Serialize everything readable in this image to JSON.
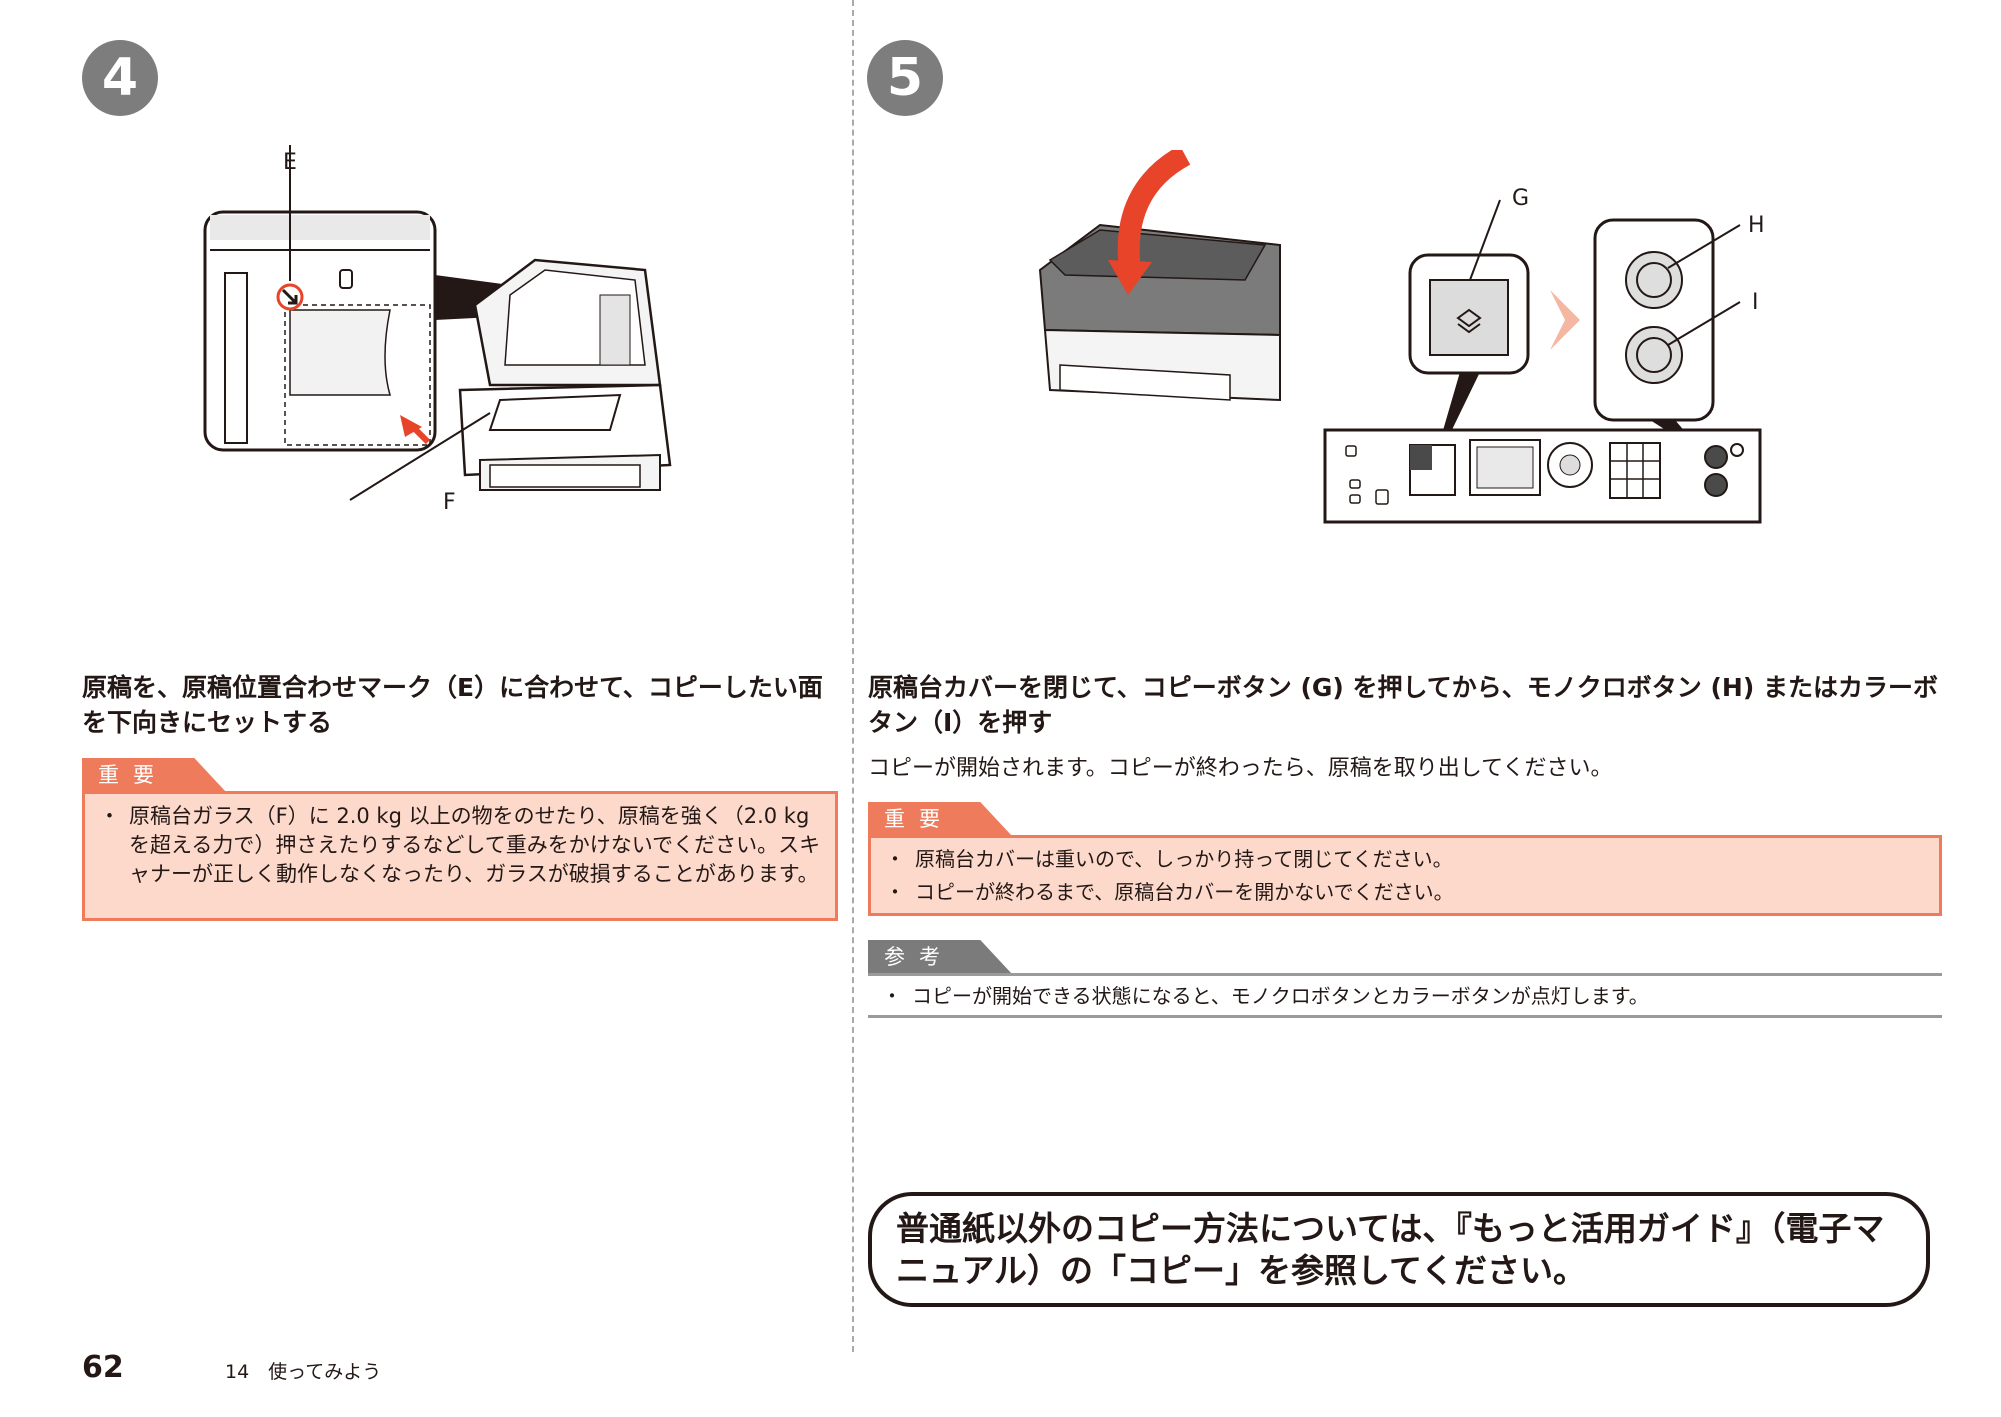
{
  "step4": {
    "number": "4",
    "labels": {
      "e": "E",
      "f": "F"
    },
    "heading": "原稿を、原稿位置合わせマーク（E）に合わせて、コピーしたい面を下向きにセットする",
    "important": {
      "tab": "重要",
      "items": [
        "原稿台ガラス（F）に 2.0 kg 以上の物をのせたり、原稿を強く（2.0 kg を超える力で）押さえたりするなどして重みをかけないでください。スキャナーが正しく動作しなくなったり、ガラスが破損することがあります。"
      ]
    }
  },
  "step5": {
    "number": "5",
    "labels": {
      "g": "G",
      "h": "H",
      "i": "I"
    },
    "heading": "原稿台カバーを閉じて、コピーボタン (G) を押してから、モノクロボタン (H) またはカラーボタン（I）を押す",
    "body": "コピーが開始されます。コピーが終わったら、原稿を取り出してください。",
    "important": {
      "tab": "重要",
      "items": [
        "原稿台カバーは重いので、しっかり持って閉じてください。",
        "コピーが終わるまで、原稿台カバーを開かないでください。"
      ]
    },
    "reference": {
      "tab": "参考",
      "items": [
        "コピーが開始できる状態になると、モノクロボタンとカラーボタンが点灯します。"
      ]
    }
  },
  "callout": "普通紙以外のコピー方法については、『もっと活用ガイド』（電子マニュアル）の「コピー」を参照してください。",
  "footer": {
    "page_number": "62",
    "section": "14　使ってみよう"
  },
  "colors": {
    "accent": "#ee7c5c",
    "important_bg": "#fcd9cb",
    "arrow_red": "#e8442a",
    "step_circle": "#7d7d7d"
  }
}
